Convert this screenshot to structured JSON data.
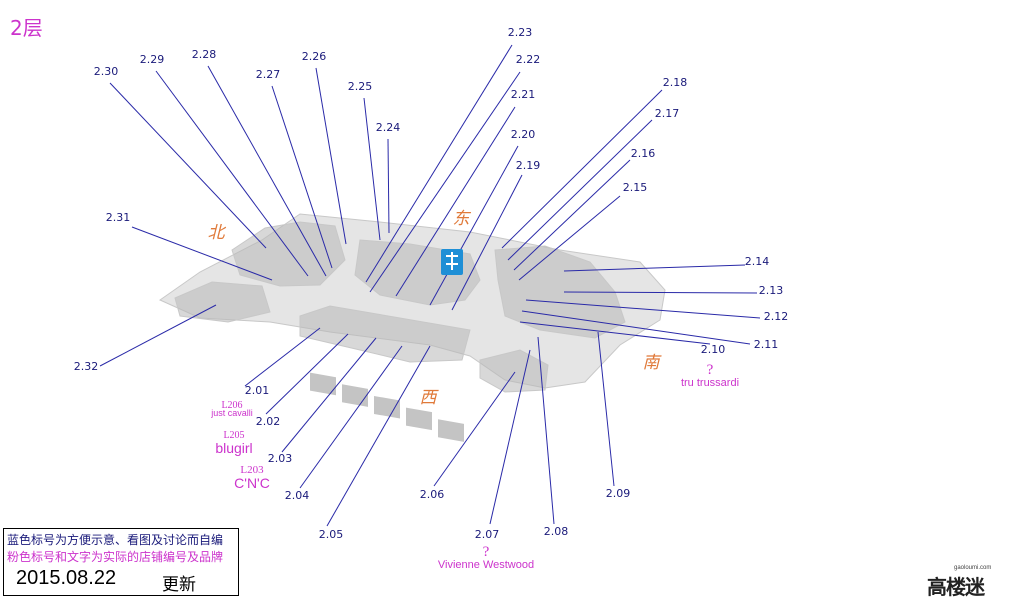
{
  "floor_title": "2层",
  "directions": {
    "north": "北",
    "east": "东",
    "south": "南",
    "west": "西"
  },
  "shop_labels": [
    "2.01",
    "2.02",
    "2.03",
    "2.04",
    "2.05",
    "2.06",
    "2.07",
    "2.08",
    "2.09",
    "2.10",
    "2.11",
    "2.12",
    "2.13",
    "2.14",
    "2.15",
    "2.16",
    "2.17",
    "2.18",
    "2.19",
    "2.20",
    "2.21",
    "2.22",
    "2.23",
    "2.24",
    "2.25",
    "2.26",
    "2.27",
    "2.28",
    "2.29",
    "2.30",
    "2.31",
    "2.32"
  ],
  "brand_annotations": [
    {
      "code": "L206",
      "brand": "just cavalli"
    },
    {
      "code": "L205",
      "brand": "blugirl"
    },
    {
      "code": "L203",
      "brand": "C'N'C"
    },
    {
      "code": "?",
      "brand": "Vivienne Westwood"
    },
    {
      "code": "?",
      "brand": "tru trussardi"
    }
  ],
  "legend": {
    "blue_note": "蓝色标号为方便示意、看图及讨论而自编",
    "pink_note": "粉色标号和文字为实际的店铺编号及品牌",
    "date": "2015.08.22",
    "update_label": "更新"
  },
  "watermark": {
    "text": "高楼迷",
    "small": "gaoloumi.com"
  },
  "colors": {
    "leader_line": "#2a2aa8",
    "label_blue": "#1a1a7a",
    "brand_pink": "#cc33cc",
    "direction_orange": "#e07a3a",
    "plan_fill": "#dcdcdc",
    "plan_dark": "#b8b8b8",
    "icon_blue": "#1e8fd6"
  },
  "icons": {
    "center_marker": "skating-rink-icon"
  }
}
